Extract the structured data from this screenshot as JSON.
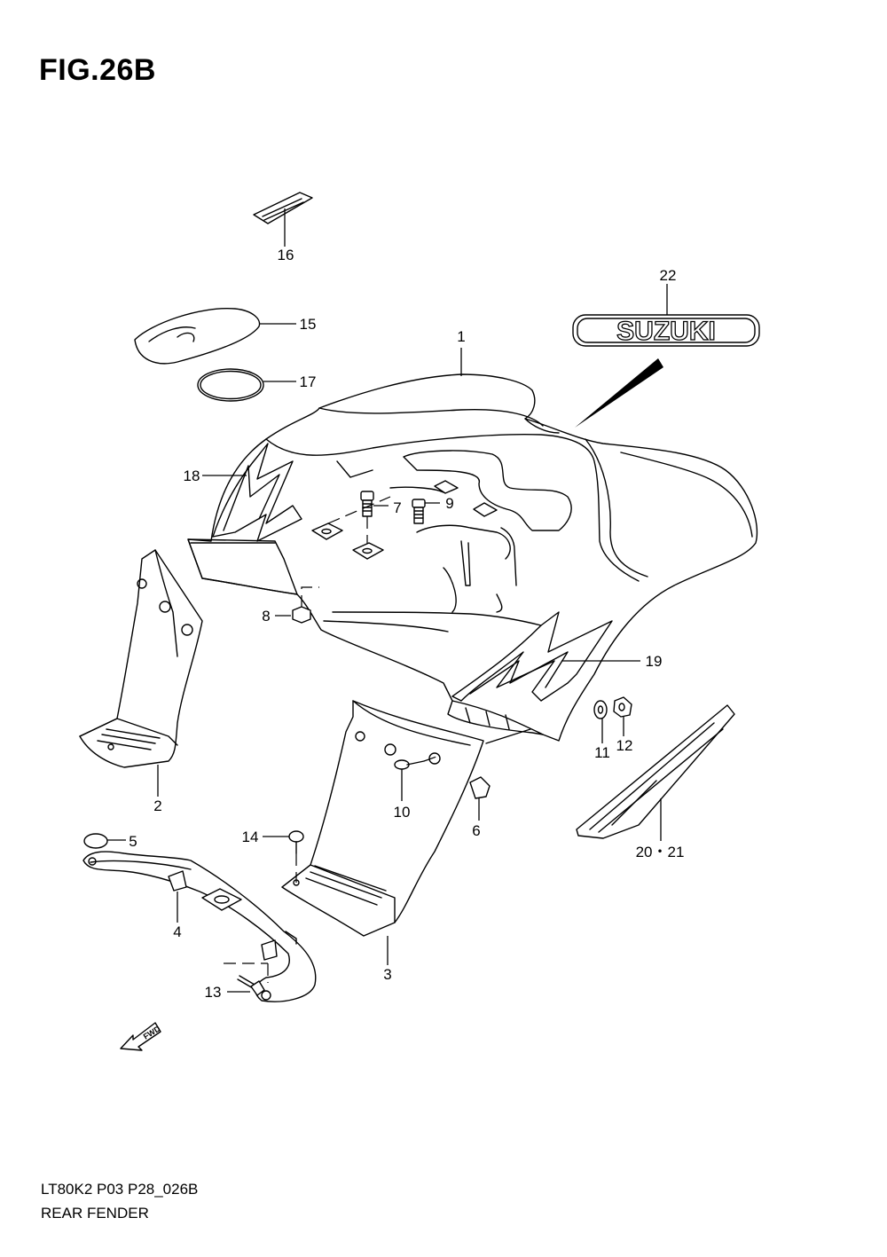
{
  "figure": {
    "title": "FIG.26B",
    "code": "LT80K2 P03 P28_026B",
    "name": "REAR FENDER"
  },
  "emblem": {
    "text": "SUZUKI"
  },
  "fwd": {
    "text": "FWD"
  },
  "callouts": [
    {
      "id": "c1",
      "label": "1"
    },
    {
      "id": "c2",
      "label": "2"
    },
    {
      "id": "c3",
      "label": "3"
    },
    {
      "id": "c4",
      "label": "4"
    },
    {
      "id": "c5",
      "label": "5"
    },
    {
      "id": "c6",
      "label": "6"
    },
    {
      "id": "c7",
      "label": "7"
    },
    {
      "id": "c8",
      "label": "8"
    },
    {
      "id": "c9",
      "label": "9"
    },
    {
      "id": "c10",
      "label": "10"
    },
    {
      "id": "c11",
      "label": "11"
    },
    {
      "id": "c12",
      "label": "12"
    },
    {
      "id": "c13",
      "label": "13"
    },
    {
      "id": "c14",
      "label": "14"
    },
    {
      "id": "c15",
      "label": "15"
    },
    {
      "id": "c16",
      "label": "16"
    },
    {
      "id": "c17",
      "label": "17"
    },
    {
      "id": "c18",
      "label": "18"
    },
    {
      "id": "c19",
      "label": "19"
    },
    {
      "id": "c20",
      "label": "20・21"
    },
    {
      "id": "c22",
      "label": "22"
    }
  ]
}
